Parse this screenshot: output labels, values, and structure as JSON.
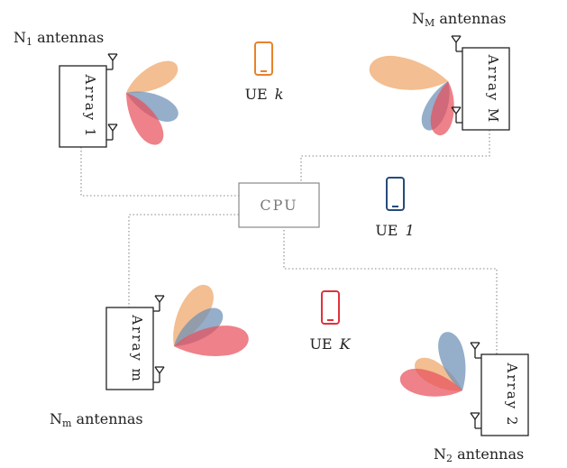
{
  "colors": {
    "orange": "#eea566",
    "blue": "#6c8fb5",
    "red": "#e8505b",
    "ue_k": "#e8822a",
    "ue_1": "#264b7a",
    "ue_K": "#e0323c",
    "cpu": "#7a7a7a"
  },
  "cpu": {
    "label": "CPU"
  },
  "arrays": [
    {
      "id": "1",
      "text": "Array 1",
      "ant_main": "N",
      "ant_sub": "1",
      "ant_rest": " antennas"
    },
    {
      "id": "M",
      "text": "Array M",
      "ant_main": "N",
      "ant_sub": "M",
      "ant_rest": " antennas"
    },
    {
      "id": "m",
      "text": "Array m",
      "ant_main": "N",
      "ant_sub": "m",
      "ant_rest": " antennas"
    },
    {
      "id": "2",
      "text": "Array 2",
      "ant_main": "N",
      "ant_sub": "2",
      "ant_rest": " antennas"
    }
  ],
  "users": [
    {
      "id": "k",
      "prefix": "UE",
      "index": "k",
      "icon": "phone-icon"
    },
    {
      "id": "1",
      "prefix": "UE",
      "index": "1",
      "icon": "phone-icon"
    },
    {
      "id": "K",
      "prefix": "UE",
      "index": "K",
      "icon": "phone-icon"
    }
  ]
}
